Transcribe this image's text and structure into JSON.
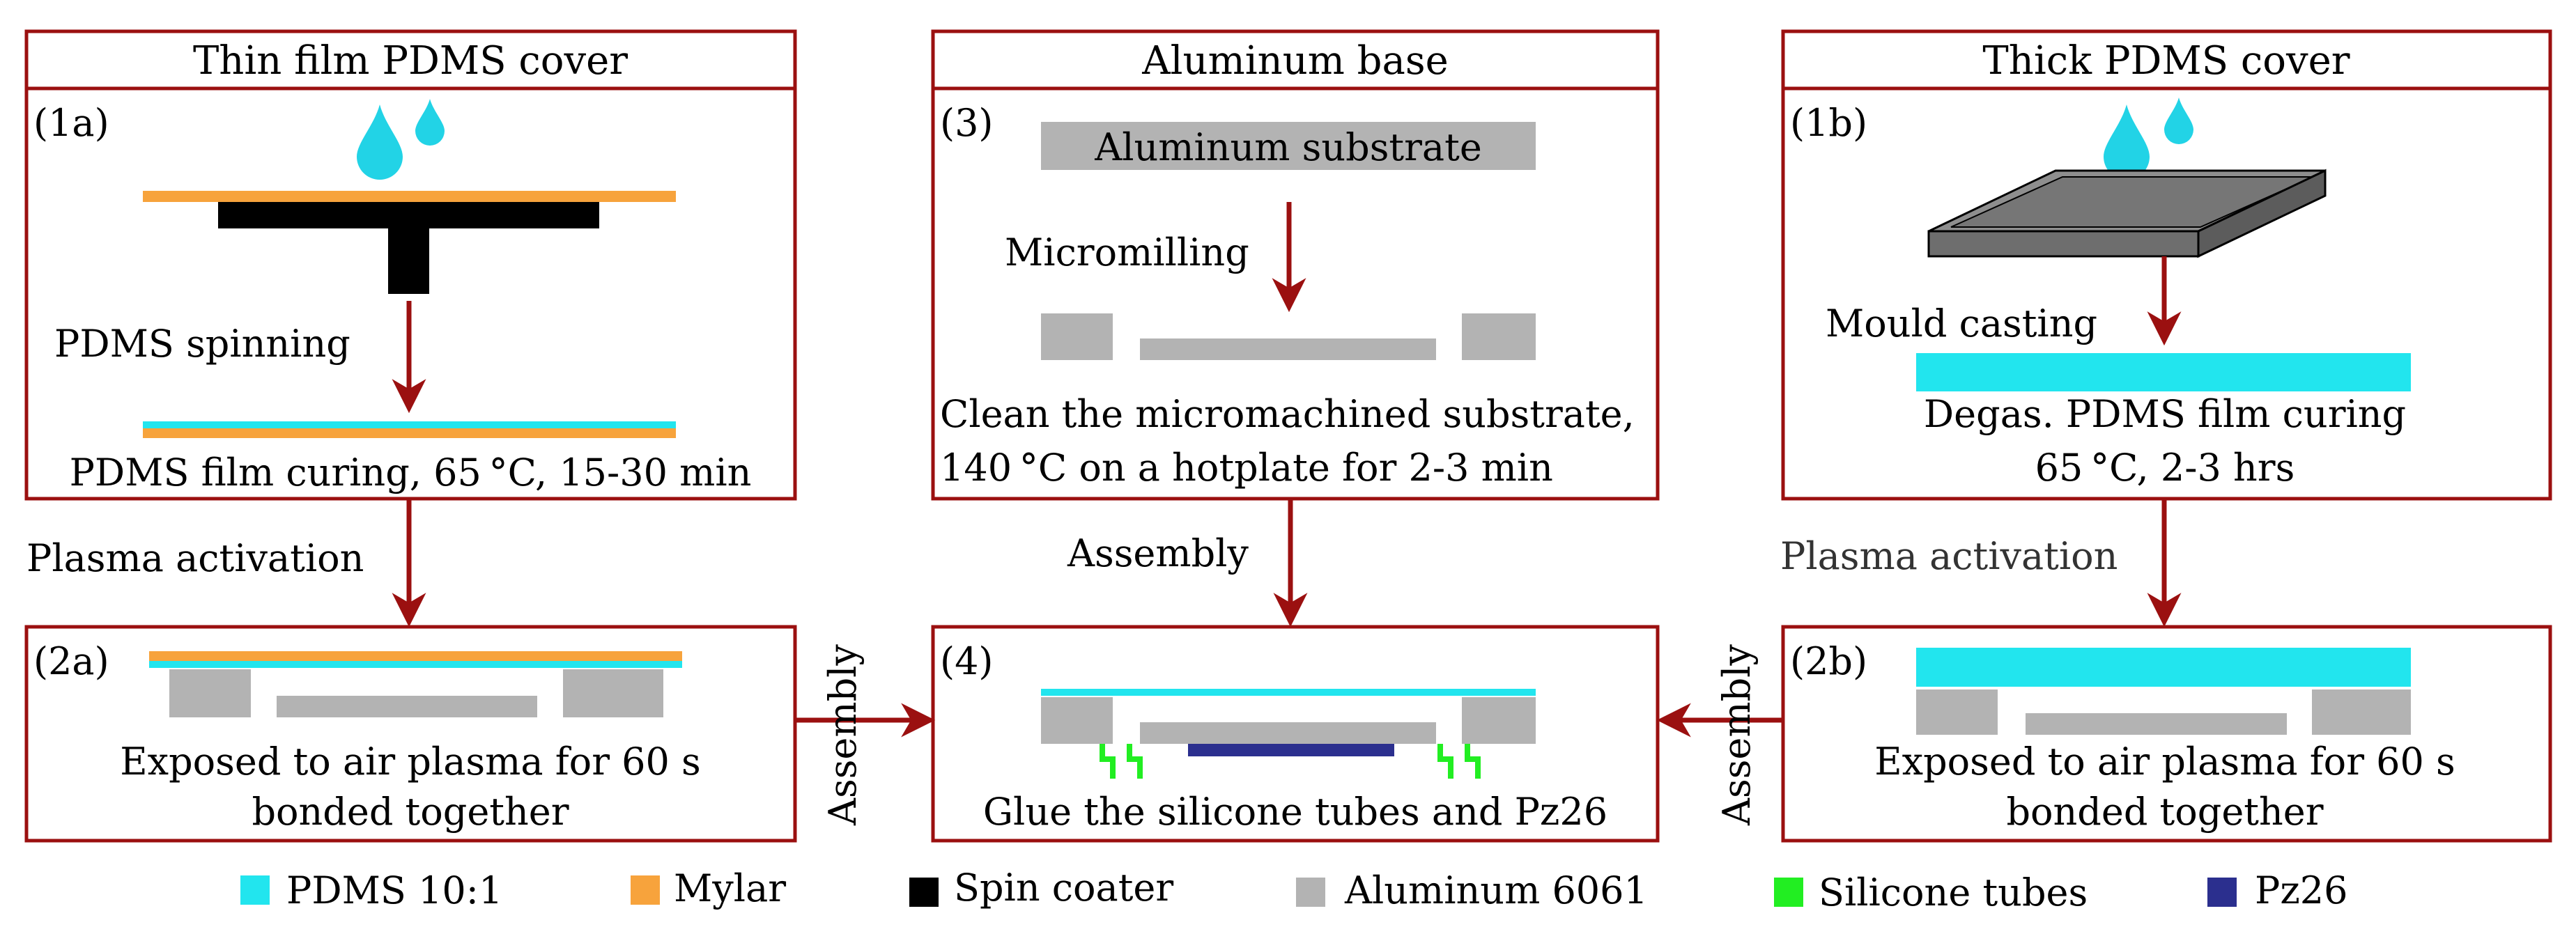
{
  "columns": {
    "left": {
      "header": "Thin film PDMS cover",
      "step_top": {
        "label": "(1a)",
        "process": "PDMS spinning",
        "caption": "PDMS film curing, 65 °C, 15-30 min"
      },
      "arrow_label": "Plasma activation",
      "step_bottom": {
        "label": "(2a)",
        "caption_line1": "Exposed to air plasma for 60 s",
        "caption_line2": "bonded together"
      }
    },
    "center": {
      "header": "Aluminum base",
      "step_top": {
        "label": "(3)",
        "substrate_label": "Aluminum substrate",
        "process": "Micromilling",
        "caption_line1": "Clean the micromachined substrate,",
        "caption_line2": "140 °C on a hotplate for 2-3 min"
      },
      "arrow_label": "Assembly",
      "step_bottom": {
        "label": "(4)",
        "caption": "Glue the silicone tubes and Pz26"
      }
    },
    "right": {
      "header": "Thick PDMS cover",
      "step_top": {
        "label": "(1b)",
        "process": "Mould casting",
        "caption_line1": "Degas. PDMS film curing",
        "caption_line2": "65 °C, 2-3 hrs"
      },
      "arrow_label": "Plasma activation",
      "step_bottom": {
        "label": "(2b)",
        "caption_line1": "Exposed to air plasma for 60 s",
        "caption_line2": "bonded together"
      }
    }
  },
  "side_arrows": {
    "left_label": "Assembly",
    "right_label": "Assembly"
  },
  "legend": [
    {
      "label": "PDMS 10:1",
      "color": "#22e5ee"
    },
    {
      "label": "Mylar",
      "color": "#f7a33c"
    },
    {
      "label": "Spin coater",
      "color": "#000000"
    },
    {
      "label": "Aluminum 6061",
      "color": "#b3b3b3"
    },
    {
      "label": "Silicone tubes",
      "color": "#22ee22"
    },
    {
      "label": "Pz26",
      "color": "#2b2f8e"
    }
  ],
  "colors": {
    "border": "#9b1010",
    "arrow": "#9b1010",
    "pdms": "#22e5ee",
    "mylar": "#f7a33c",
    "aluminum": "#b3b3b3",
    "spin_coater": "#000000",
    "silicone": "#22ee22",
    "pz26": "#2b2f8e",
    "droplet": "#22d3e6",
    "mould_top": "#8e8e8e",
    "mould_side": "#6e6e6e"
  }
}
